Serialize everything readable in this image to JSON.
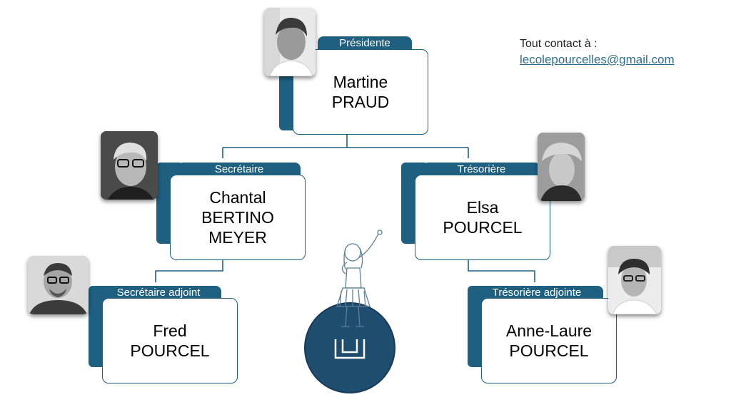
{
  "contact": {
    "label": "Tout contact à :",
    "email": "lecolepourcelles@gmail.com"
  },
  "colors": {
    "accent": "#1f5f80",
    "connector": "#1f5f80",
    "mascot_circle": "#1f4d70"
  },
  "nodes": {
    "president": {
      "role": "Présidente",
      "first": "Martine",
      "last": "PRAUD"
    },
    "secretary": {
      "role": "Secrétaire",
      "first": "Chantal",
      "last": "BERTINO",
      "last2": "MEYER"
    },
    "treasurer": {
      "role": "Trésorière",
      "first": "Elsa",
      "last": "POURCEL"
    },
    "assistant_secretary": {
      "role": "Secrétaire adjoint",
      "first": "Fred",
      "last": "POURCEL"
    },
    "assistant_treasurer": {
      "role": "Trésorière adjointe",
      "first": "Anne-Laure",
      "last": "POURCEL"
    }
  },
  "icons": [
    "portrait-photo",
    "reading-girl-mascot"
  ]
}
